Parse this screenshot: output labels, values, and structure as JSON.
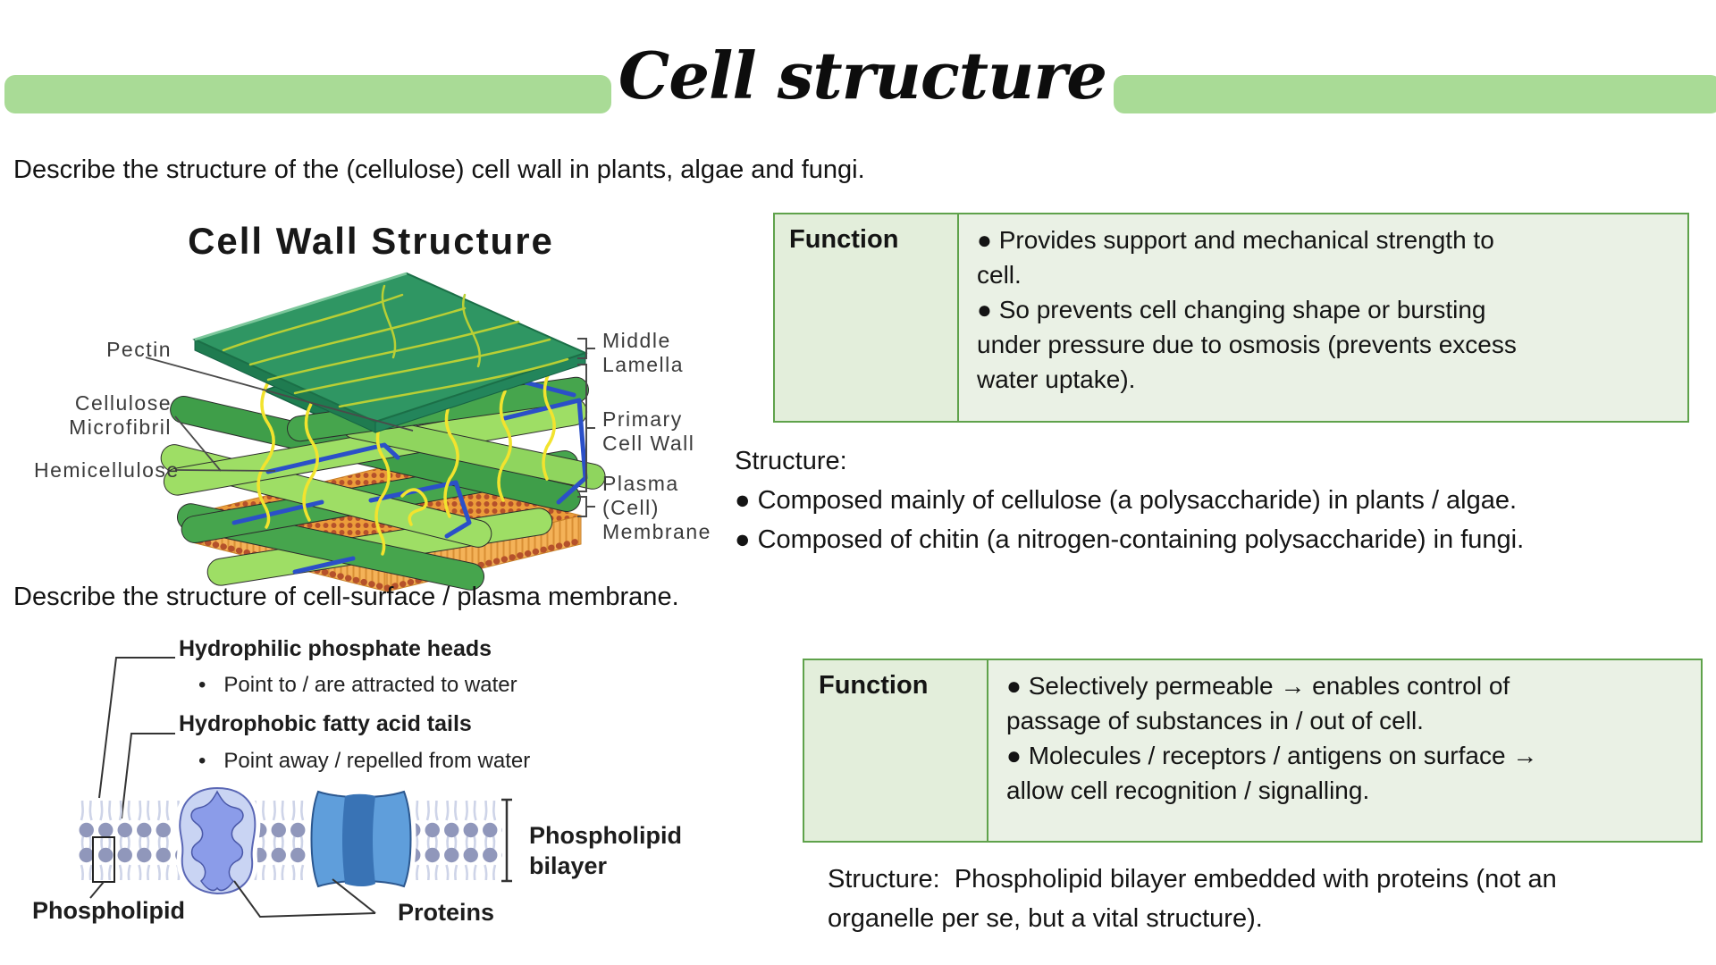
{
  "title": "Cell structure",
  "question1": "Describe the structure of the (cellulose) cell wall in plants, algae and fungi.",
  "question2": "Describe the structure of cell-surface / plasma membrane.",
  "cell_wall_diagram": {
    "title": "Cell Wall Structure",
    "labels": {
      "pectin": "Pectin",
      "cellulose_microfibril": "Cellulose\nMicrofibril",
      "hemicellulose": "Hemicellulose",
      "middle_lamella": "Middle\nLamella",
      "primary_cell_wall": "Primary\nCell Wall",
      "plasma_membrane": "Plasma\n(Cell)\nMembrane"
    }
  },
  "table1": {
    "header": "Function",
    "lines": [
      "● Provides support and mechanical strength to",
      "cell.",
      "● So prevents cell changing shape or bursting",
      "under pressure due to osmosis (prevents excess",
      "water uptake)."
    ]
  },
  "structure1": {
    "lines": [
      "Structure:",
      "● Composed mainly of cellulose (a polysaccharide) in plants / algae.",
      "● Composed of chitin (a nitrogen-containing polysaccharide) in fungi."
    ]
  },
  "membrane_diagram": {
    "labels": {
      "hydrophilic": "Hydrophilic phosphate heads",
      "hydrophilic_sub": "•   Point to / are attracted to water",
      "hydrophobic": "Hydrophobic fatty acid tails",
      "hydrophobic_sub": "•   Point away / repelled from water",
      "bilayer": "Phospholipid\nbilayer",
      "phospholipid": "Phospholipid",
      "proteins": "Proteins"
    }
  },
  "table2": {
    "header": "Function",
    "lines": [
      "● Selectively permeable → enables control of",
      "passage of substances in / out of cell.",
      "● Molecules / receptors / antigens on surface →",
      "allow cell recognition / signalling."
    ]
  },
  "structure2": {
    "lines": [
      "Structure:  Phospholipid bilayer embedded with proteins (not an",
      "organelle per se, but a vital structure)."
    ]
  },
  "colors": {
    "accent_bar": "#a9db96",
    "table_border": "#5fa24b",
    "table_bg": "#eaf1e5"
  }
}
